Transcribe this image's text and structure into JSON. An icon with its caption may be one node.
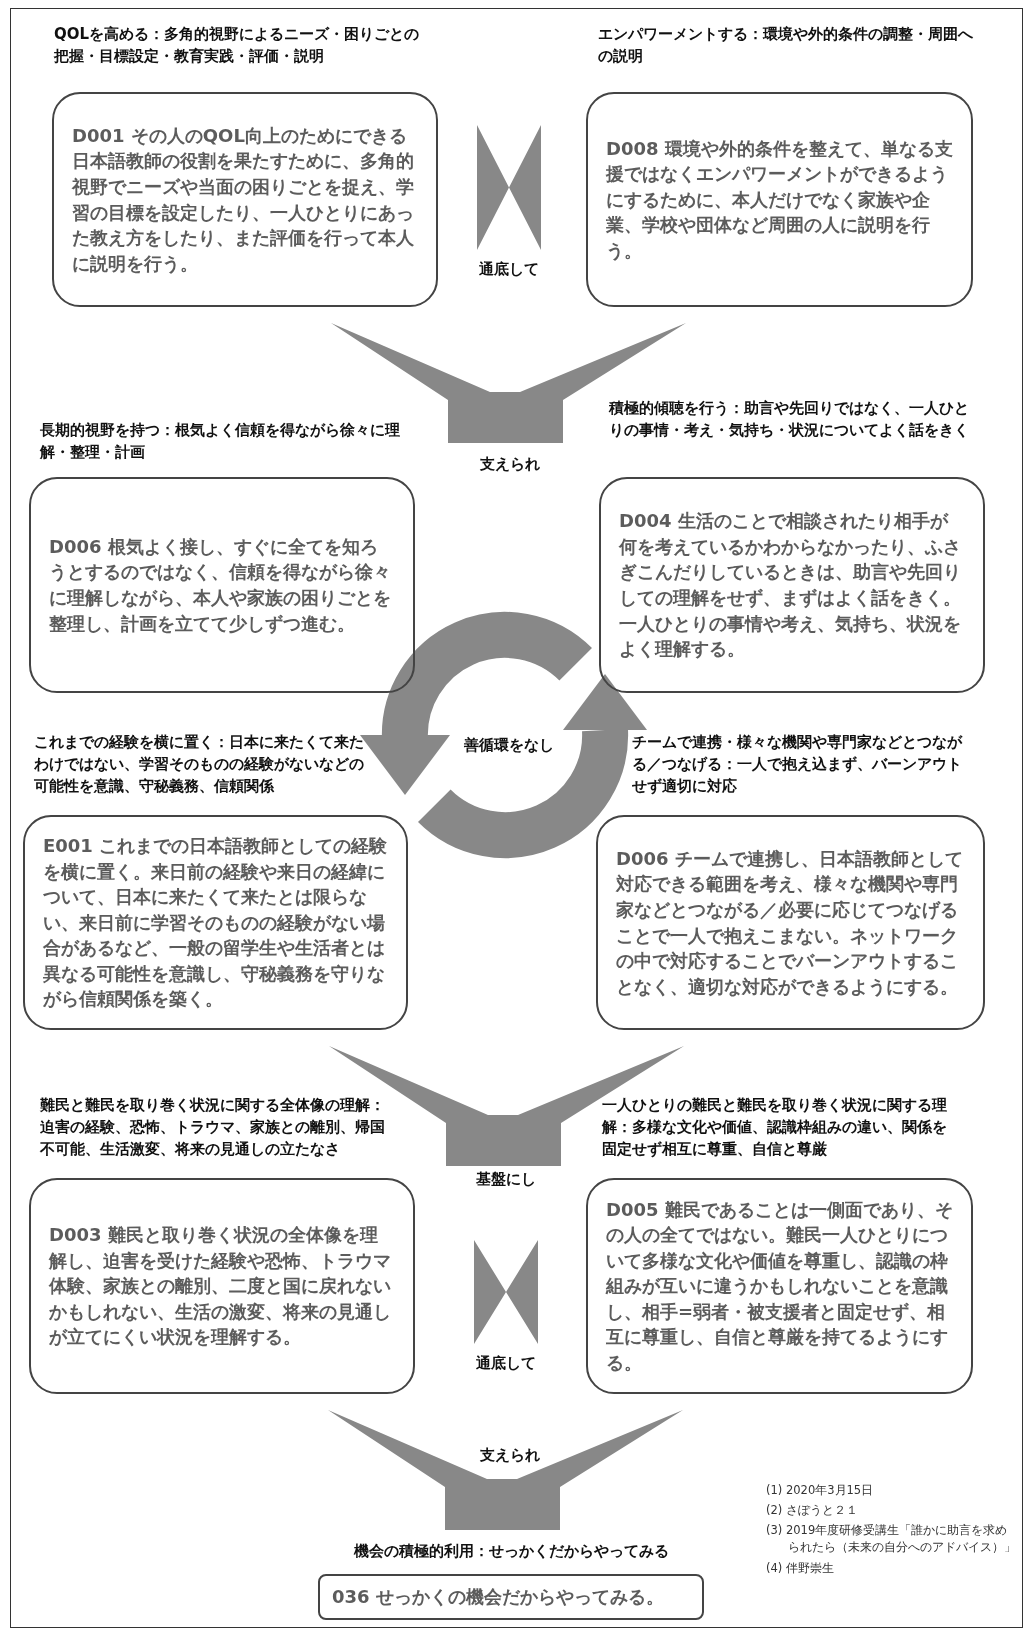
{
  "diagram": {
    "nodes": [
      {
        "text": [
          "QOLを高める：多角的視野によるニーズ・困りごとの把握・目標設定・教育実践・評価・説明",
          "D001 その人のQOL向上のためにできる日本語教師の役割を果たすために、多角的視野でニーズや当面の困りごとを捉え、学習の目標を設定したり、一人ひとりにあった教え方をしたり、また評価を行って本人に説明を行う。"
        ]
      },
      {
        "text": [
          "エンパワーメントする：環境や外的条件の調整・周囲への説明",
          "D008 環境や外的条件を整えて、単なる支援ではなくエンパワーメントができるようにするために、本人だけでなく家族や企業、学校や団体など周囲の人に説明を行う。"
        ]
      },
      {
        "text": [
          "長期的視野を持つ：根気よく信頼を得ながら徐々に理解・整理・計画",
          "D006 根気よく接し、すぐに全てを知ろうとするのではなく、信頼を得ながら徐々に理解しながら、本人や家族の困りごとを整理し、計画を立てて少しずつ進む。"
        ]
      },
      {
        "text": [
          "積極的傾聴を行う：助言や先回りではなく、一人ひとりの事情・考え・気持ち・状況についてよく話をきく",
          "D004 生活のことで相談されたり相手が何を考えているかわからなかったり、ふさぎこんだりしているときは、助言や先回りしての理解をせず、まずはよく話をきく。一人ひとりの事情や考え、気持ち、状況をよく理解する。"
        ]
      },
      {
        "text": [
          "これまでの経験を横に置く：日本に来たくて来たわけではない、学習そのものの経験がないなどの可能性を意識、守秘義務、信頼関係",
          "E001 これまでの日本語教師としての経験を横に置く。来日前の経験や来日の経緯について、日本に来たくて来たとは限らない、来日前に学習そのものの経験がない場合があるなど、一般の留学生や生活者とは異なる可能性を意識し、守秘義務を守りながら信頼関係を築く。"
        ]
      },
      {
        "text": [
          "チームで連携・様々な機関や専門家などとつながる／つなげる：一人で抱え込まず、バーンアウトせず適切に対応",
          "D006 チームで連携し、日本語教師として対応できる範囲を考え、様々な機関や専門家などとつながる／必要に応じてつなげることで一人で抱えこまない。ネットワークの中で対応することでバーンアウトすることなく、適切な対応ができるようにする。"
        ]
      },
      {
        "text": [
          "難民と難民を取り巻く状況に関する全体像の理解：迫害の経験、恐怖、トラウマ、家族との離別、帰国不可能、生活激変、将来の見通しの立たなさ",
          "D003 難民と取り巻く状況の全体像を理解し、迫害を受けた経験や恐怖、トラウマ体験、家族との離別、二度と国に戻れないかもしれない、生活の激変、将来の見通しが立てにくい状況を理解する。"
        ]
      },
      {
        "text": [
          "一人ひとりの難民と難民を取り巻く状況に関する理解：多様な文化や価値、認識枠組みの違い、関係を固定せず相互に尊重、自信と尊厳",
          "D005 難民であることは一側面であり、その人の全てではない。難民一人ひとりについて多様な文化や価値を尊重し、認識の枠組みが互いに違うかもしれないことを意識し、相手=弱者・被支援者と固定せず、相互に尊重し、自信と尊厳を持てるようにする。"
        ]
      },
      {
        "text": [
          "機会の積極的利用：せっかくだからやってみる",
          "036 せっかくの機会だからやってみる。"
        ]
      },
      {
        "text": [],
        "shape": "bowtie",
        "beside": [
          "通底して"
        ]
      },
      {
        "text": [],
        "shape": "bowtie",
        "beside": [
          "通底して"
        ]
      }
    ],
    "labels": [
      "支えられ",
      "善循環をなし",
      "基盤にし",
      "支えられ",
      "(1) 2020年3月15日",
      "(2) さぽうと２１",
      "(3) 2019年度研修受講生「誰かに助言を求められたら（未来の自分へのアドバイス）」",
      "(4) 伴野崇生"
    ]
  }
}
